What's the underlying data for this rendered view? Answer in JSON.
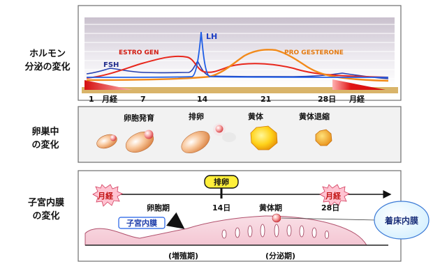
{
  "row_labels": {
    "hormone": [
      "ホルモン",
      "分泌の変化"
    ],
    "ovary": [
      "卵巣中",
      "の変化"
    ],
    "uterus": [
      "子宮内膜",
      "の変化"
    ]
  },
  "hormone_panel": {
    "series_labels": {
      "lh": "LH",
      "fsh": "FSH",
      "estrogen": "ESTRO GEN",
      "progesterone": "PRO GESTERONE"
    },
    "day_axis": {
      "d1": "1",
      "menstruation_start": "月経",
      "d7": "7",
      "d14": "14",
      "d21": "21",
      "d28": "28日",
      "menstruation_end": "月経"
    },
    "colors": {
      "lh": "#1f5ee6",
      "fsh": "#243fb0",
      "estrogen": "#e8271c",
      "progesterone": "#f28a1a",
      "menses": "#e01414",
      "axis_bar": "#d9b46a",
      "panel_top": "#cbc3cf"
    }
  },
  "ovary_panel": {
    "stages": [
      "卵胞発育",
      "排卵",
      "黄体",
      "黄体退縮"
    ]
  },
  "uterus_panel": {
    "menstruation_left": "月経",
    "menstruation_right": "月経",
    "ovulation": "排卵",
    "follicular_phase": "卵胞期",
    "day14": "14日",
    "luteal_phase": "黄体期",
    "day28": "28日",
    "endometrium": "子宮内膜",
    "implantation": "着床内膜",
    "proliferative_phase": "(増殖期)",
    "secretory_phase": "(分泌期)"
  }
}
